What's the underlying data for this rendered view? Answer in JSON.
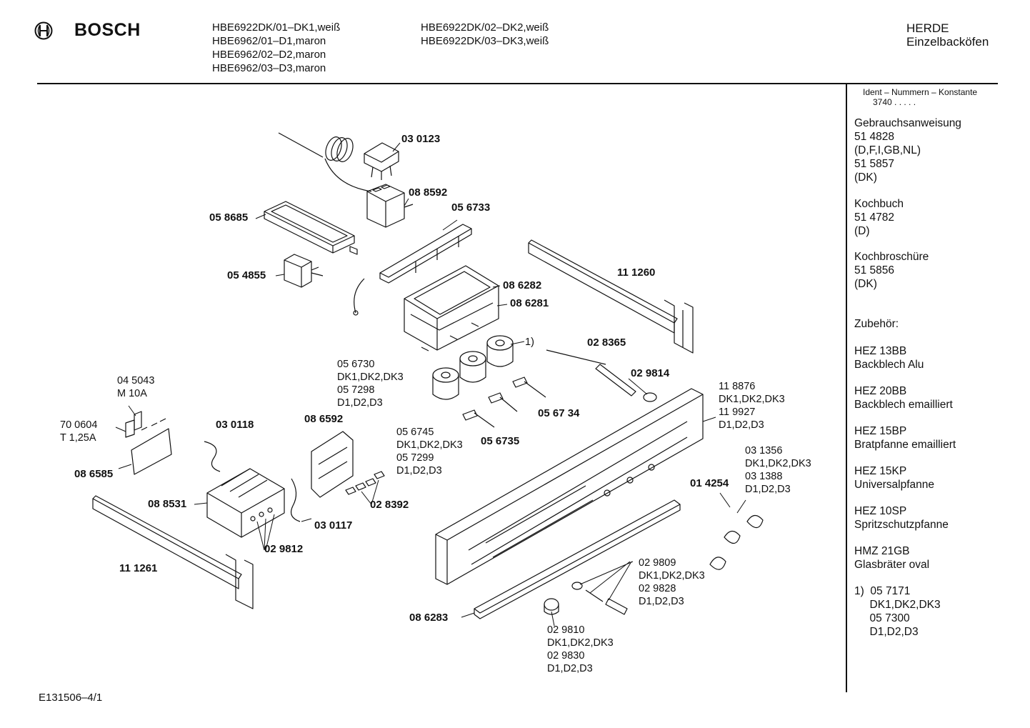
{
  "header": {
    "brand": "BOSCH",
    "models_col1": [
      "HBE6922DK/01–DK1,weiß",
      "HBE6962/01–D1,maron",
      "HBE6962/02–D2,maron",
      "HBE6962/03–D3,maron"
    ],
    "models_col2": [
      "HBE6922DK/02–DK2,weiß",
      "HBE6922DK/03–DK3,weiß"
    ],
    "category": [
      "HERDE",
      "Einzelbacköfen"
    ]
  },
  "sidebar": {
    "ident_title": "Ident – Nummern – Konstante",
    "ident_value": "3740  .  .  .  .  .",
    "entries": [
      {
        "lines": [
          "Gebrauchsanweisung",
          "51 4828",
          "(D,F,I,GB,NL)",
          "51 5857",
          "(DK)"
        ]
      },
      {
        "lines": [
          "Kochbuch",
          "51 4782",
          "(D)"
        ]
      },
      {
        "lines": [
          "Kochbroschüre",
          "51 5856",
          "(DK)"
        ]
      },
      {
        "lines": [
          "Zubehör:"
        ]
      },
      {
        "lines": [
          "HEZ 13BB",
          "Backblech Alu"
        ]
      },
      {
        "lines": [
          "HEZ 20BB",
          "Backblech emailliert"
        ]
      },
      {
        "lines": [
          "HEZ 15BP",
          "Bratpfanne emailliert"
        ]
      },
      {
        "lines": [
          "HEZ 15KP",
          "Universalpfanne"
        ]
      },
      {
        "lines": [
          "HEZ 10SP",
          "Spritzschutzpfanne"
        ]
      },
      {
        "lines": [
          "HMZ 21GB",
          "Glasbräter oval"
        ]
      },
      {
        "lines": [
          "1)  05 7171",
          "     DK1,DK2,DK3",
          "     05 7300",
          "     D1,D2,D3"
        ]
      }
    ]
  },
  "footer": {
    "code": "E131506–4/1"
  },
  "parts": [
    {
      "id": "p030123",
      "lines": [
        "03 0123"
      ],
      "bold": true
    },
    {
      "id": "p088592",
      "lines": [
        "08 8592"
      ],
      "bold": true
    },
    {
      "id": "p058685",
      "lines": [
        "05 8685"
      ],
      "bold": true
    },
    {
      "id": "p056733",
      "lines": [
        "05 6733"
      ],
      "bold": true
    },
    {
      "id": "p054855",
      "lines": [
        "05 4855"
      ],
      "bold": true
    },
    {
      "id": "p111260",
      "lines": [
        "11 1260"
      ],
      "bold": true
    },
    {
      "id": "p086282",
      "lines": [
        "08 6282"
      ],
      "bold": true
    },
    {
      "id": "p086281",
      "lines": [
        "08 6281"
      ],
      "bold": true
    },
    {
      "id": "pnote1",
      "lines": [
        "1)"
      ],
      "bold": false
    },
    {
      "id": "p028365",
      "lines": [
        "02 8365"
      ],
      "bold": true
    },
    {
      "id": "p056730",
      "lines": [
        "05 6730",
        "DK1,DK2,DK3",
        "05 7298",
        "D1,D2,D3"
      ],
      "bold": false
    },
    {
      "id": "p029814",
      "lines": [
        "02 9814"
      ],
      "bold": true
    },
    {
      "id": "p118876",
      "lines": [
        "11 8876",
        "DK1,DK2,DK3",
        "11 9927",
        "D1,D2,D3"
      ],
      "bold": false
    },
    {
      "id": "p045043",
      "lines": [
        "04 5043",
        "M 10A"
      ],
      "bold": false
    },
    {
      "id": "p056734",
      "lines": [
        "05 67 34"
      ],
      "bold": true
    },
    {
      "id": "p030118",
      "lines": [
        "03 0118"
      ],
      "bold": true
    },
    {
      "id": "p086592",
      "lines": [
        "08 6592"
      ],
      "bold": true
    },
    {
      "id": "p700604",
      "lines": [
        "70 0604",
        "T 1,25A"
      ],
      "bold": false
    },
    {
      "id": "p056745",
      "lines": [
        "05 6745",
        "DK1,DK2,DK3",
        "05 7299",
        "D1,D2,D3"
      ],
      "bold": false
    },
    {
      "id": "p056735",
      "lines": [
        "05 6735"
      ],
      "bold": true
    },
    {
      "id": "p031356",
      "lines": [
        "03 1356",
        "DK1,DK2,DK3",
        "03 1388",
        "D1,D2,D3"
      ],
      "bold": false
    },
    {
      "id": "p086585",
      "lines": [
        "08 6585"
      ],
      "bold": true
    },
    {
      "id": "p014254",
      "lines": [
        "01 4254"
      ],
      "bold": true
    },
    {
      "id": "p088531",
      "lines": [
        "08 8531"
      ],
      "bold": true
    },
    {
      "id": "p028392",
      "lines": [
        "02 8392"
      ],
      "bold": true
    },
    {
      "id": "p030117",
      "lines": [
        "03 0117"
      ],
      "bold": true
    },
    {
      "id": "p029812",
      "lines": [
        "02 9812"
      ],
      "bold": true
    },
    {
      "id": "p111261",
      "lines": [
        "11 1261"
      ],
      "bold": true
    },
    {
      "id": "p029809",
      "lines": [
        "02 9809",
        "DK1,DK2,DK3",
        "02 9828",
        "D1,D2,D3"
      ],
      "bold": false
    },
    {
      "id": "p086283",
      "lines": [
        "08 6283"
      ],
      "bold": true
    },
    {
      "id": "p029810",
      "lines": [
        "02 9810",
        "DK1,DK2,DK3",
        "02 9830",
        "D1,D2,D3"
      ],
      "bold": false
    }
  ]
}
